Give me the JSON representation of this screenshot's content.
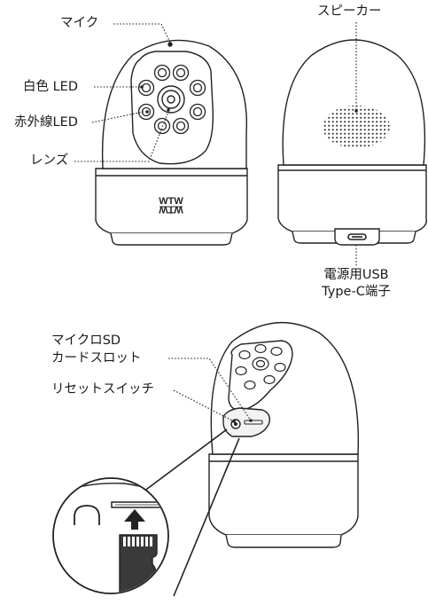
{
  "labels": {
    "mic": "マイク",
    "white_led": "白色 LED",
    "ir_led": "赤外線LED",
    "lens": "レンズ",
    "speaker": "スピーカー",
    "usb_line1": "電源用USB",
    "usb_line2": "Type-C端子",
    "sd_line1": "マイクロSD",
    "sd_line2": "カードスロット",
    "reset": "リセットスイッチ"
  },
  "logo_text": "WTW",
  "colors": {
    "stroke": "#222222",
    "fill": "#ffffff",
    "shade": "#f2f2f2",
    "sd_card": "#3a3a3a"
  },
  "icons": [
    "microphone-icon",
    "led-icon",
    "lens-icon",
    "speaker-grille-icon",
    "usb-c-port-icon",
    "microsd-card-icon",
    "arrow-up-icon",
    "reset-button-icon"
  ]
}
